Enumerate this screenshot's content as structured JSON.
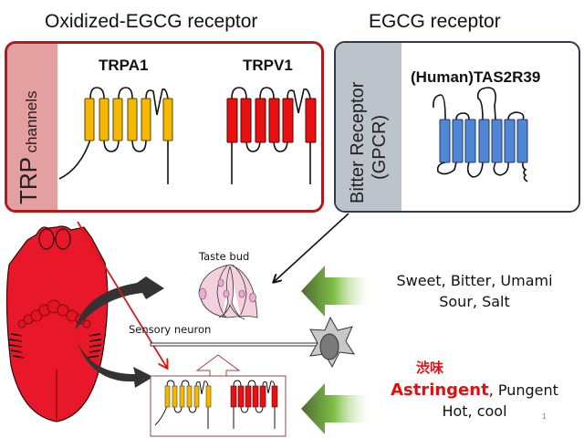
{
  "headings": {
    "oxidized_egcg_receptor": "Oxidized-EGCG  receptor",
    "egcg_receptor": "EGCG receptor"
  },
  "trp_box": {
    "side_label_big": "TRP",
    "side_label_small": "channels",
    "receptors": [
      {
        "name": "TRPA1",
        "color": "#f5b800"
      },
      {
        "name": "TRPV1",
        "color": "#e81010"
      }
    ]
  },
  "bitter_box": {
    "side_label_line1": "Bitter Receptor",
    "side_label_line2": "(GPCR)",
    "receptor": {
      "name": "(Human)TAS2R39",
      "color": "#4f86d6"
    }
  },
  "labels": {
    "taste_bud": "Taste bud",
    "sensory_neuron": "Sensory neuron"
  },
  "taste_text": {
    "line1": "Sweet, Bitter, Umami",
    "line2": "Sour, Salt",
    "japanese": "渋味",
    "astringent": "Astringent",
    "pungent_suffix": ", Pungent",
    "line4": "Hot, cool"
  },
  "page_number": "1",
  "colors": {
    "trp_border": "#b11a1a",
    "trp_side": "#e4a0a0",
    "gpcr_side": "#bcc3cb",
    "tongue": "#e8182a",
    "accent_red": "#e01010",
    "green_arrow": "#7cc043"
  }
}
